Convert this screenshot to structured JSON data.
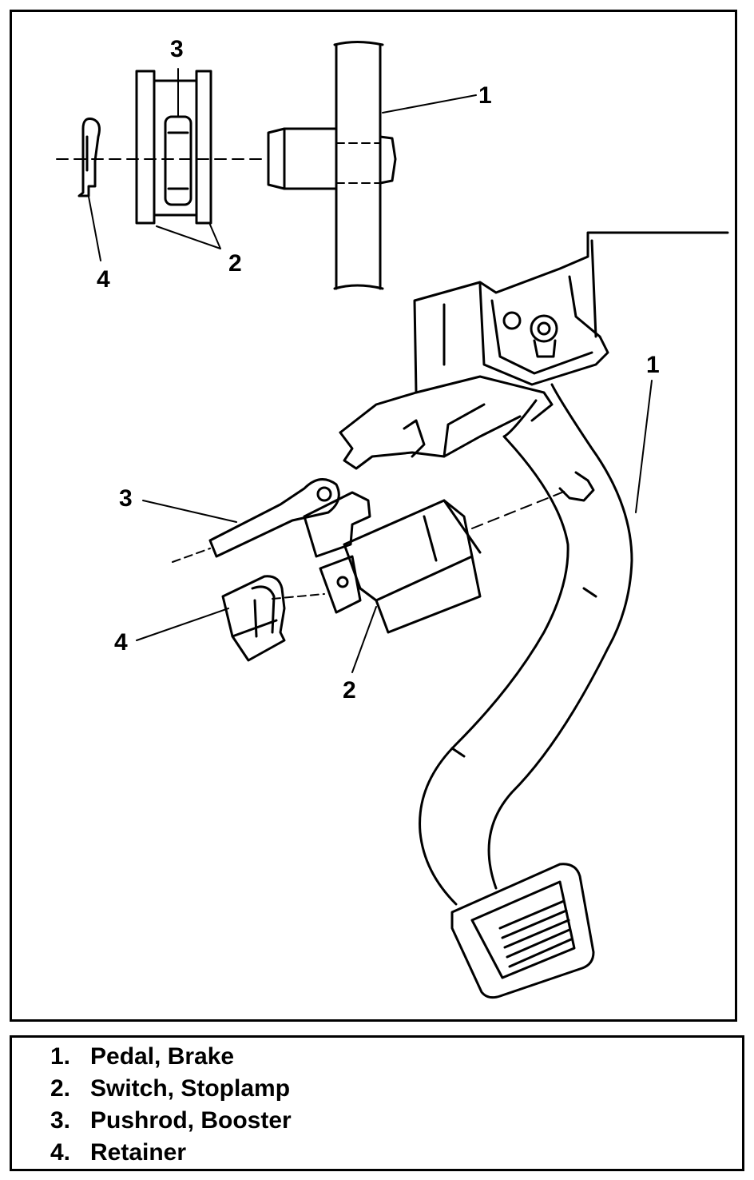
{
  "callouts": {
    "top_pedal": "1",
    "top_switch": "2",
    "top_pushrod": "3",
    "top_retainer": "4",
    "main_pedal": "1",
    "main_switch": "2",
    "main_pushrod": "3",
    "main_retainer": "4"
  },
  "legend": {
    "items": [
      {
        "number": "1.",
        "label": "Pedal, Brake"
      },
      {
        "number": "2.",
        "label": "Switch, Stoplamp"
      },
      {
        "number": "3.",
        "label": "Pushrod, Booster"
      },
      {
        "number": "4.",
        "label": "Retainer"
      }
    ]
  },
  "colors": {
    "ink": "#000000",
    "paper": "#ffffff"
  }
}
